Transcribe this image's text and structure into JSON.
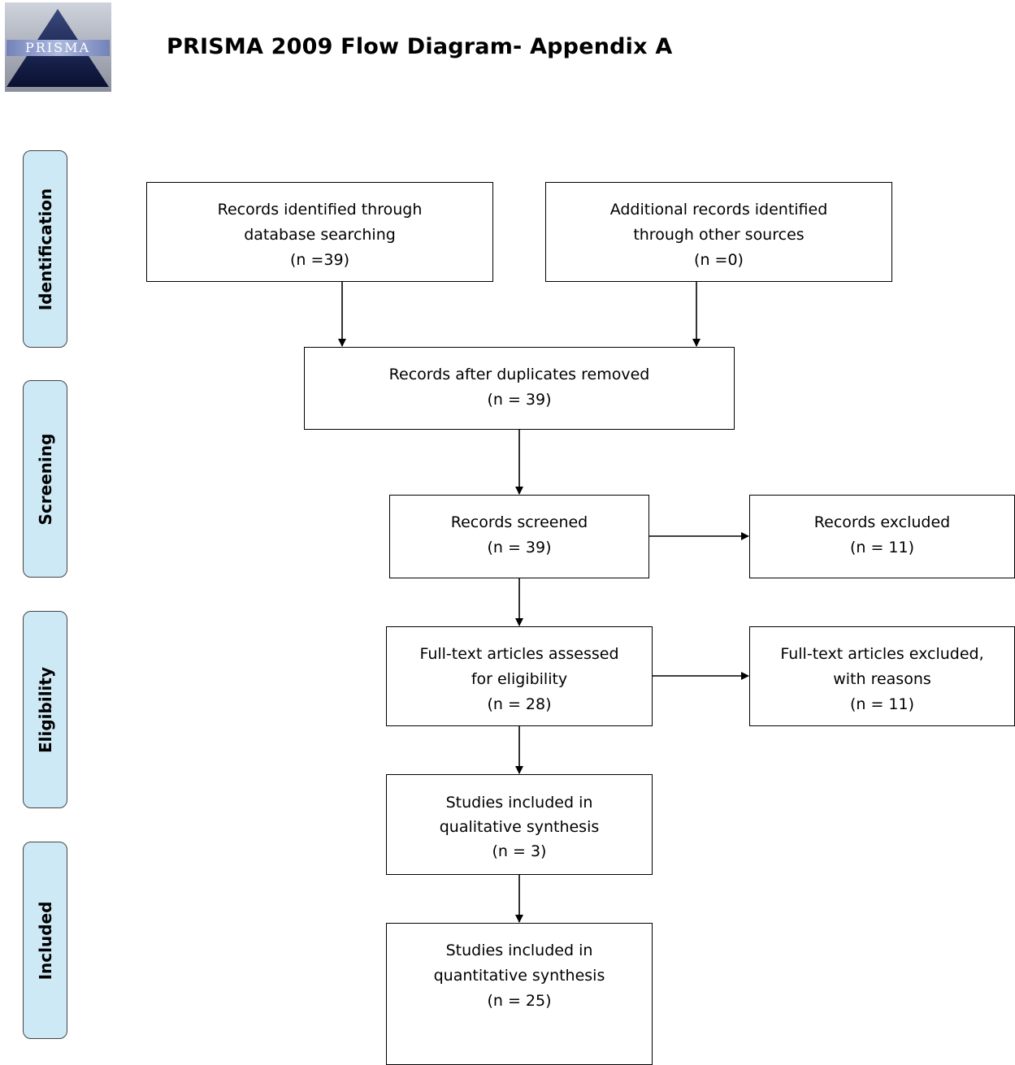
{
  "logo": {
    "text": "PRISMA"
  },
  "title": "PRISMA 2009 Flow Diagram- Appendix A",
  "phases": {
    "identification": "Identification",
    "screening": "Screening",
    "eligibility": "Eligibility",
    "included": "Included"
  },
  "boxes": {
    "database_search": {
      "line1": "Records identified through",
      "line2": "database searching",
      "line3": "(n =39)"
    },
    "other_sources": {
      "line1": "Additional records identified",
      "line2": "through other sources",
      "line3": "(n =0)"
    },
    "after_duplicates": {
      "line1": "Records after duplicates removed",
      "line2": "(n = 39)"
    },
    "screened": {
      "line1": "Records screened",
      "line2": "(n = 39)"
    },
    "excluded": {
      "line1": "Records excluded",
      "line2": "(n = 11)"
    },
    "fulltext_assessed": {
      "line1": "Full-text articles assessed",
      "line2": "for eligibility",
      "line3": "(n = 28)"
    },
    "fulltext_excluded": {
      "line1": "Full-text articles excluded,",
      "line2": "with reasons",
      "line3": "(n = 11)"
    },
    "qualitative": {
      "line1": "Studies included in",
      "line2": "qualitative synthesis",
      "line3": "(n = 3)"
    },
    "quantitative": {
      "line1": "Studies included in",
      "line2": "quantitative synthesis",
      "line3": "(n = 25)"
    }
  }
}
